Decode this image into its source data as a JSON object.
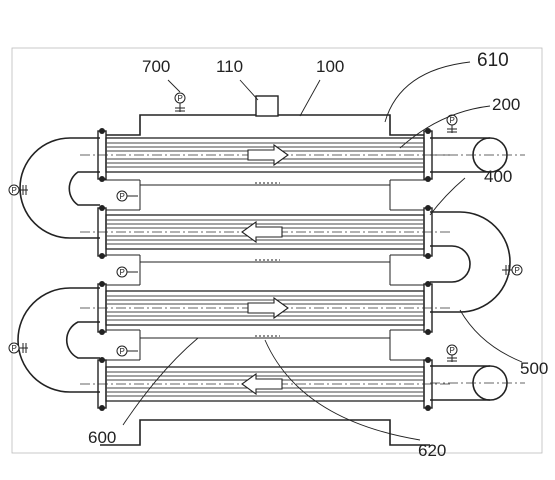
{
  "diagram": {
    "reference_labels": {
      "label_700": "700",
      "label_110": "110",
      "label_100": "100",
      "label_610": "610",
      "label_200": "200",
      "label_400": "400",
      "label_500": "500",
      "label_600": "600",
      "label_620": "620"
    },
    "gauge_symbol": "P",
    "flow_directions": [
      "right",
      "left",
      "right",
      "left"
    ],
    "colors": {
      "line": "#222222",
      "background": "#ffffff"
    }
  }
}
